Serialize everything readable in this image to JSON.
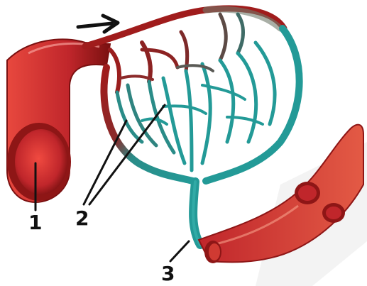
{
  "labels": {
    "label_1": "1",
    "label_2": "2",
    "label_3": "3"
  },
  "colors": {
    "artery_dark": "#8e1616",
    "artery_mid": "#c0262b",
    "artery_light": "#e8483e",
    "vein_dark": "#197a7a",
    "vein_mid": "#239a97",
    "vein_light": "#3bb6b0",
    "arrow": "#111111",
    "watermark": "#eeeeee"
  },
  "icons": {
    "flow_direction": "arrow-right-icon"
  }
}
